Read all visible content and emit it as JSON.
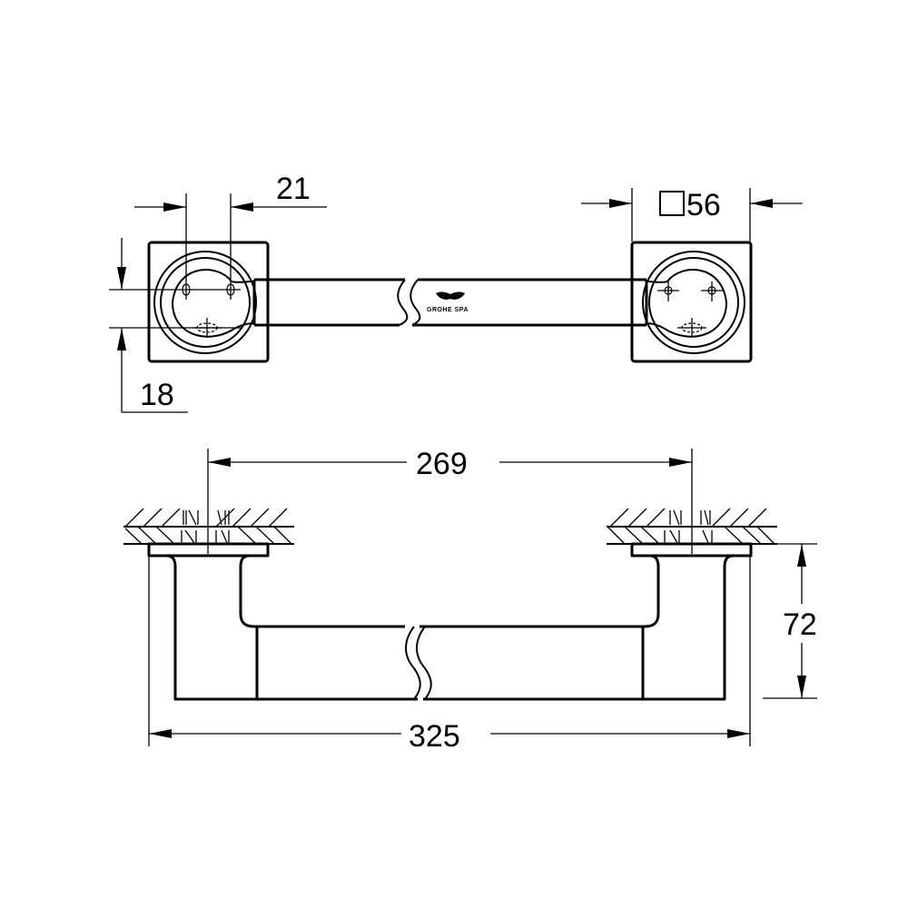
{
  "drawing": {
    "subject": "Grab bar technical drawing",
    "views": [
      {
        "name": "front-view",
        "description": "Wall-plate front view with mounting hole pattern"
      },
      {
        "name": "top-section-view",
        "description": "Installed bar section view with wall hatching"
      }
    ],
    "brand_mark": "GROHE SPA",
    "line_color": "#000000",
    "background_color": "#ffffff"
  },
  "dimensions": {
    "hole_spacing_horizontal": "21",
    "hole_spacing_vertical": "18",
    "plate_size_label": "56",
    "plate_size_symbol": "square",
    "mounting_centers": "269",
    "overall_length": "325",
    "projection_depth": "72"
  }
}
